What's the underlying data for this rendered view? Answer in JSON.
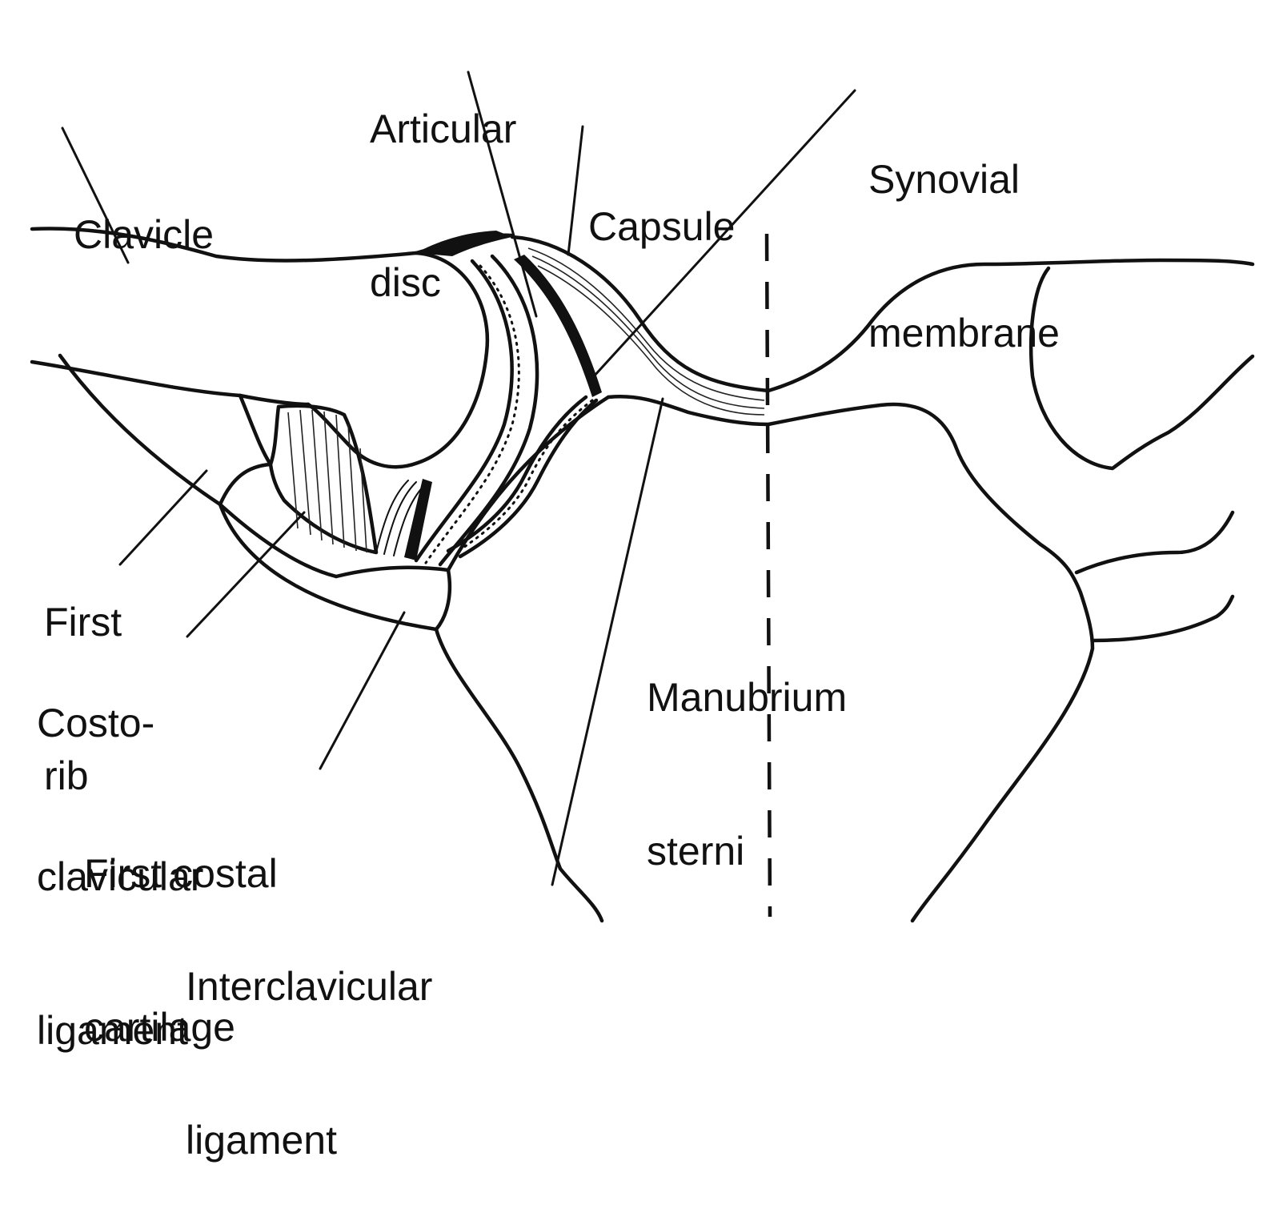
{
  "labels": {
    "articular_disc": [
      "Articular",
      "disc"
    ],
    "synovial_membrane": [
      "Synovial",
      "membrane"
    ],
    "capsule": [
      "Capsule"
    ],
    "clavicle": [
      "Clavicle"
    ],
    "first_rib": [
      "First",
      "rib"
    ],
    "costoclavicular_ligament": [
      "Costo-",
      "clavicular",
      "ligament"
    ],
    "first_costal_cartilage": [
      "First costal",
      "cartilage"
    ],
    "manubrium_sterni": [
      "Manubrium",
      "sterni"
    ],
    "interclavicular_ligament": [
      "Interclavicular",
      "ligament"
    ]
  }
}
